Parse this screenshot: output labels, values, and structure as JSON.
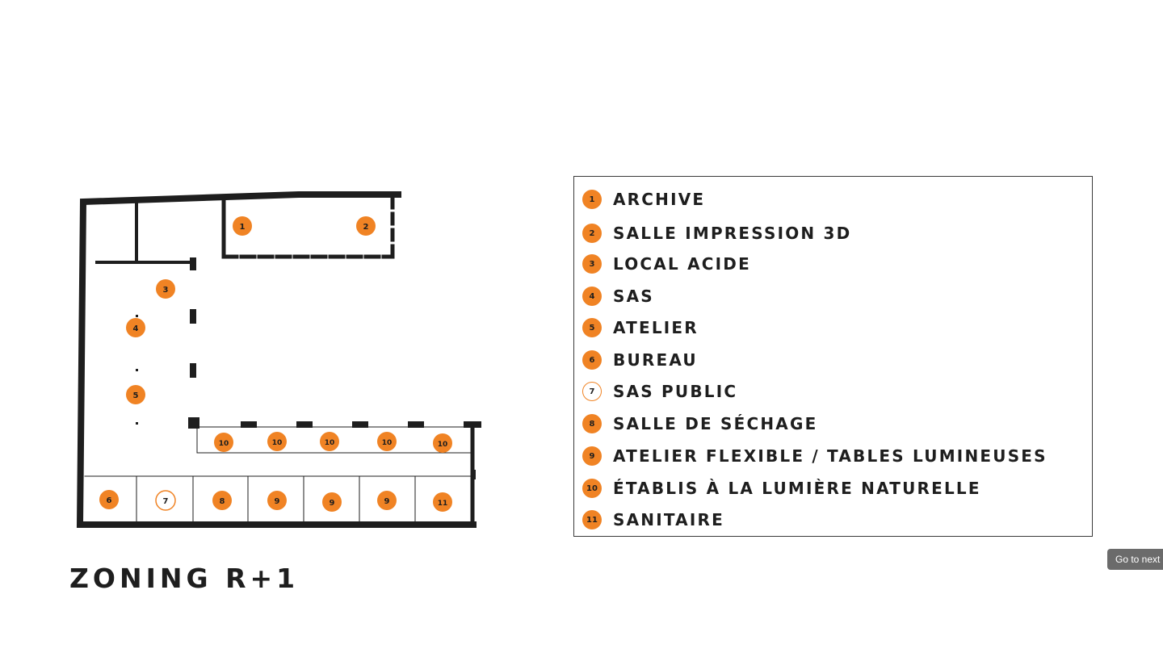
{
  "title": "ZONING R+1",
  "legend": [
    {
      "num": "1",
      "label": "ARCHIVE"
    },
    {
      "num": "2",
      "label": "SALLE IMPRESSION 3D"
    },
    {
      "num": "3",
      "label": "LOCAL ACIDE"
    },
    {
      "num": "4",
      "label": "SAS"
    },
    {
      "num": "5",
      "label": "ATELIER"
    },
    {
      "num": "6",
      "label": "BUREAU"
    },
    {
      "num": "7",
      "label": "SAS PUBLIC"
    },
    {
      "num": "8",
      "label": "SALLE DE SÉCHAGE"
    },
    {
      "num": "9",
      "label": "ATELIER FLEXIBLE / TABLES LUMINEUSES"
    },
    {
      "num": "10",
      "label": "ÉTABLIS À LA LUMIÈRE NATURELLE"
    },
    {
      "num": "11",
      "label": "SANITAIRE"
    }
  ],
  "plan_markers": [
    "1",
    "2",
    "3",
    "4",
    "5",
    "10",
    "10",
    "10",
    "10",
    "10",
    "6",
    "7",
    "8",
    "9",
    "9",
    "9",
    "11"
  ],
  "next_button": "Go to next p",
  "colors": {
    "accent": "#f08324",
    "line": "#1e1e1e"
  }
}
